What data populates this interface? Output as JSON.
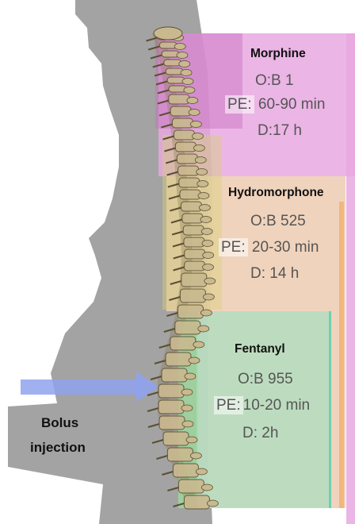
{
  "colors": {
    "silhouette": "#a3a3a3",
    "morphine_zone": "#e7a8e0",
    "hydromorphone_zone": "#efcfb6",
    "fentanyl_zone": "#b9dcbf",
    "arrow": "#8fa2ee",
    "bone": "#c9b98f"
  },
  "injection": {
    "label_line1": "Bolus",
    "label_line2": "injection"
  },
  "drugs": [
    {
      "name": "Morphine",
      "ob": "O:B 1",
      "pe_prefix": "PE:",
      "pe_value": "60-90 min",
      "duration": "D:17 h"
    },
    {
      "name": "Hydromorphone",
      "ob": "O:B 525",
      "pe_prefix": "PE:",
      "pe_value": "20-30 min",
      "duration": "D: 14 h"
    },
    {
      "name": "Fentanyl",
      "ob": "O:B 955",
      "pe_prefix": "PE:",
      "pe_value": "10-20 min",
      "duration": "D: 2h"
    }
  ]
}
